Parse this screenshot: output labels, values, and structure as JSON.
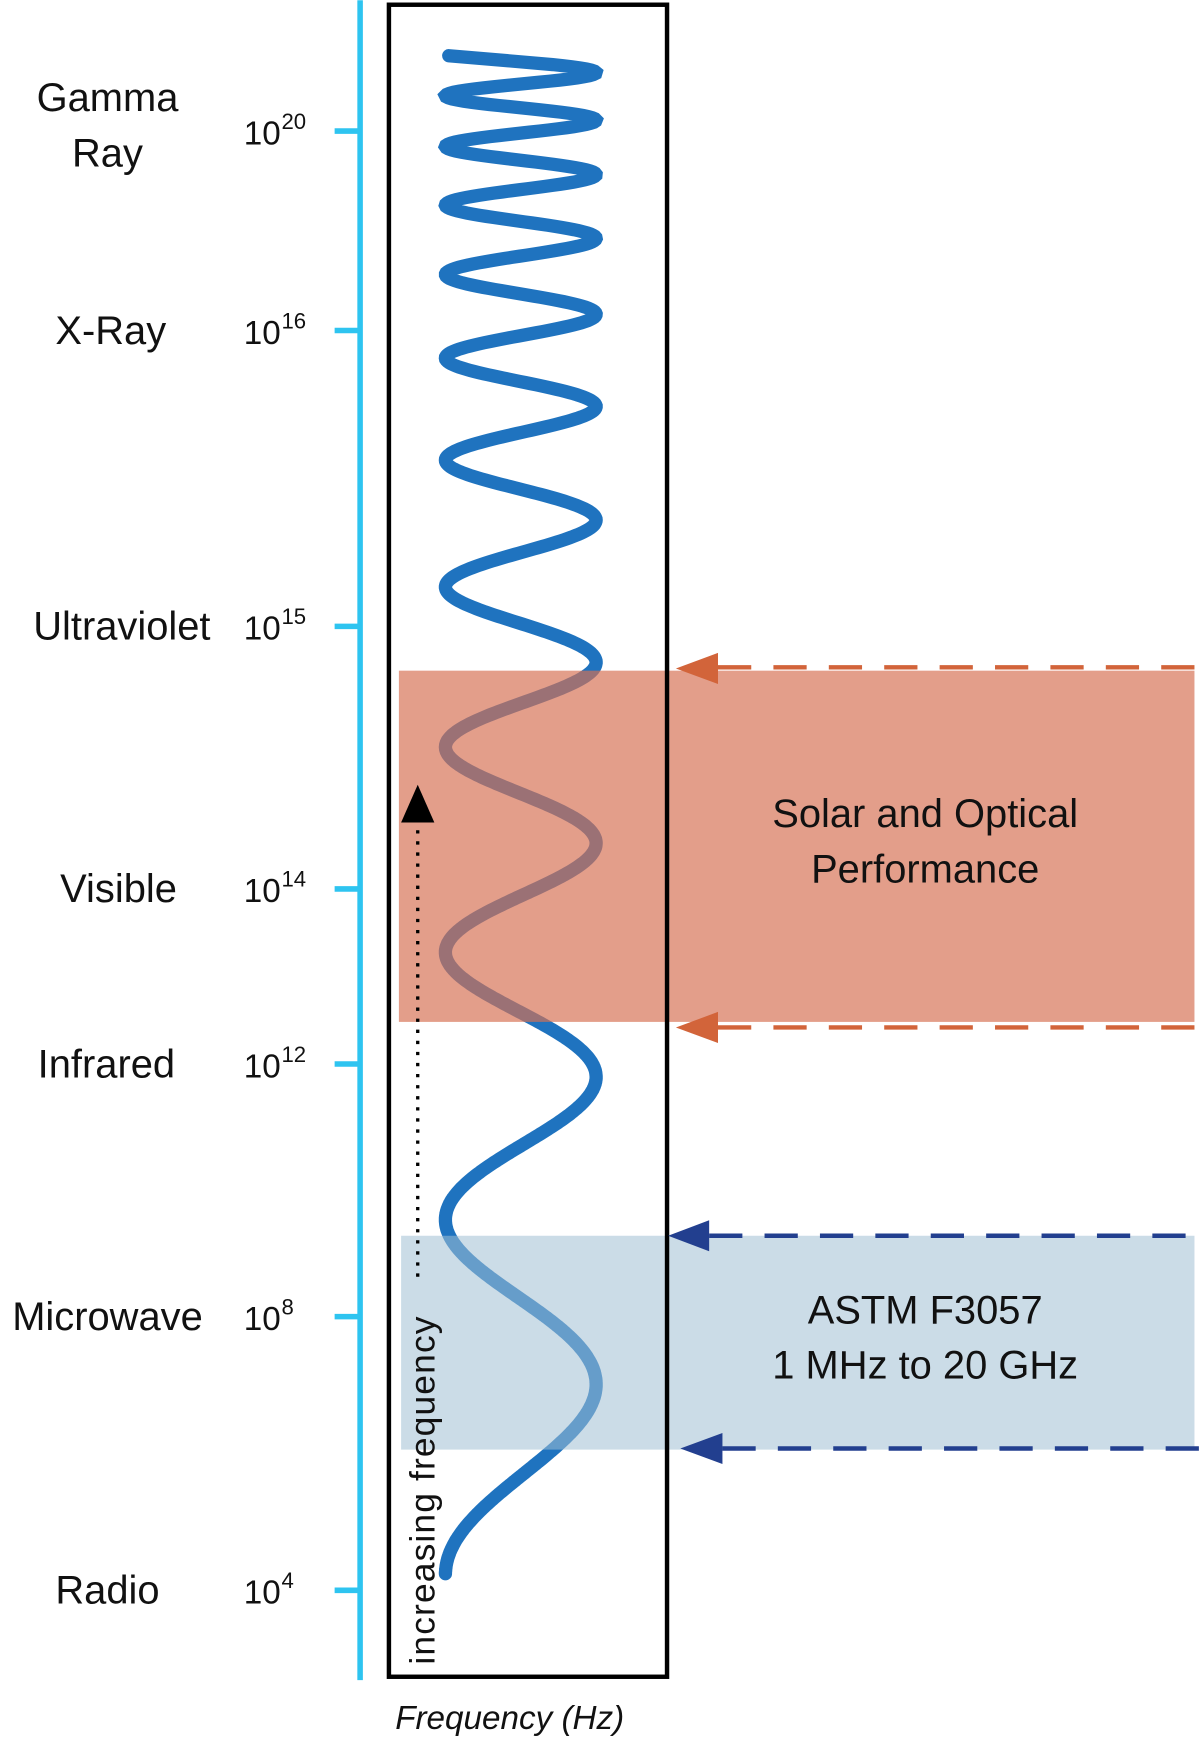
{
  "bands": [
    {
      "name": "Gamma Ray",
      "line1": "Gamma",
      "line2": "Ray",
      "base": "10",
      "exp": "20"
    },
    {
      "name": "X-Ray",
      "line1": "X-Ray",
      "base": "10",
      "exp": "16"
    },
    {
      "name": "Ultraviolet",
      "line1": "Ultraviolet",
      "base": "10",
      "exp": "15"
    },
    {
      "name": "Visible",
      "line1": "Visible",
      "base": "10",
      "exp": "14"
    },
    {
      "name": "Infrared",
      "line1": "Infrared",
      "base": "10",
      "exp": "12"
    },
    {
      "name": "Microwave",
      "line1": "Microwave",
      "base": "10",
      "exp": "8"
    },
    {
      "name": "Radio",
      "line1": "Radio",
      "base": "10",
      "exp": "4"
    }
  ],
  "axis_label": "Frequency (Hz)",
  "arrow_label": "increasing frequency",
  "solar": {
    "line1": "Solar and Optical",
    "line2": "Performance"
  },
  "astm": {
    "line1": "ASTM F3057",
    "line2": "1 MHz to  20 GHz"
  },
  "colors": {
    "axis": "#2ec4f0",
    "wave": "#1f73bf",
    "solar": "#d2643a",
    "astm": "#223f8f"
  }
}
